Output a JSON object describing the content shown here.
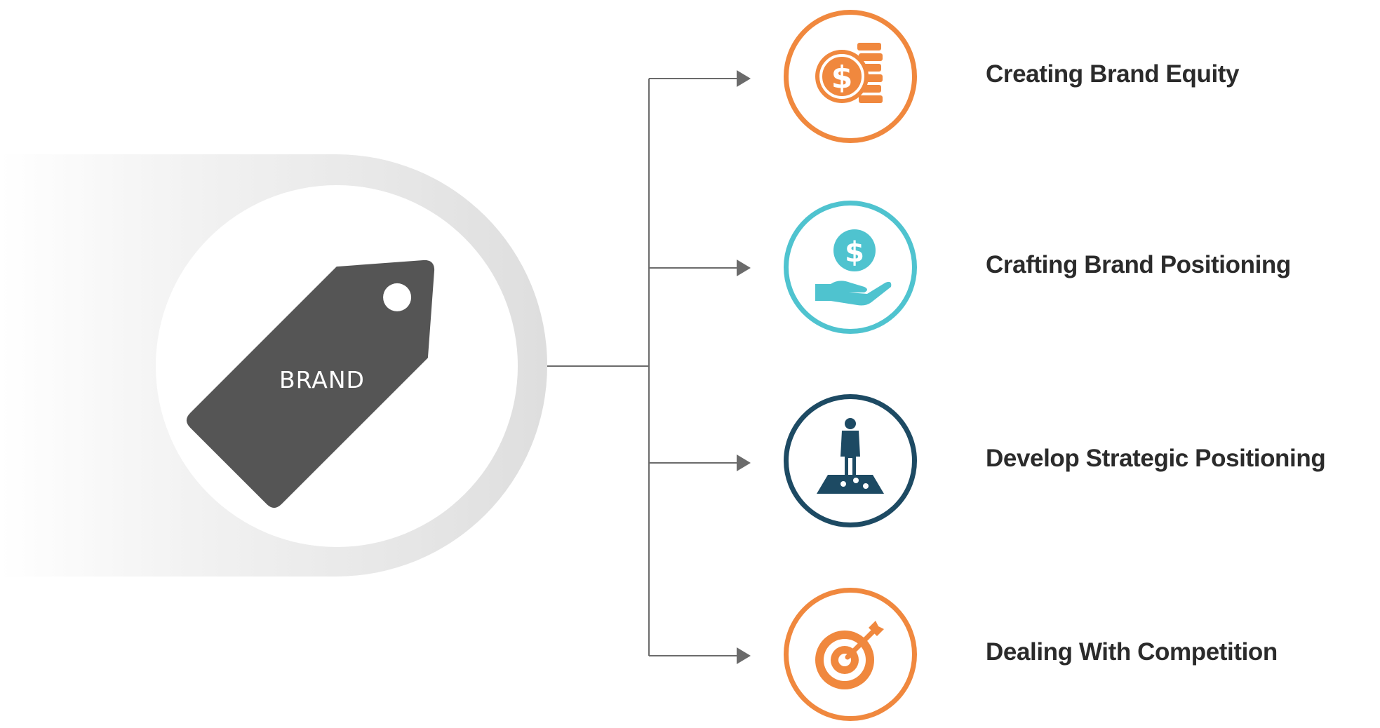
{
  "brand": {
    "tag_label": "BRAND"
  },
  "branches": [
    {
      "label": "Creating Brand Equity",
      "icon": "coins-dollar-icon",
      "color": "#f0883e"
    },
    {
      "label": "Crafting Brand Positioning",
      "icon": "hand-dollar-icon",
      "color": "#4fc3cf"
    },
    {
      "label": "Develop Strategic Positioning",
      "icon": "strategy-person-icon",
      "color": "#1d4a63"
    },
    {
      "label": "Dealing With Competition",
      "icon": "target-arrow-icon",
      "color": "#f0883e"
    }
  ],
  "colors": {
    "tag": "#555555",
    "connector": "#6b6b6b",
    "label_text": "#2b2b2b"
  }
}
